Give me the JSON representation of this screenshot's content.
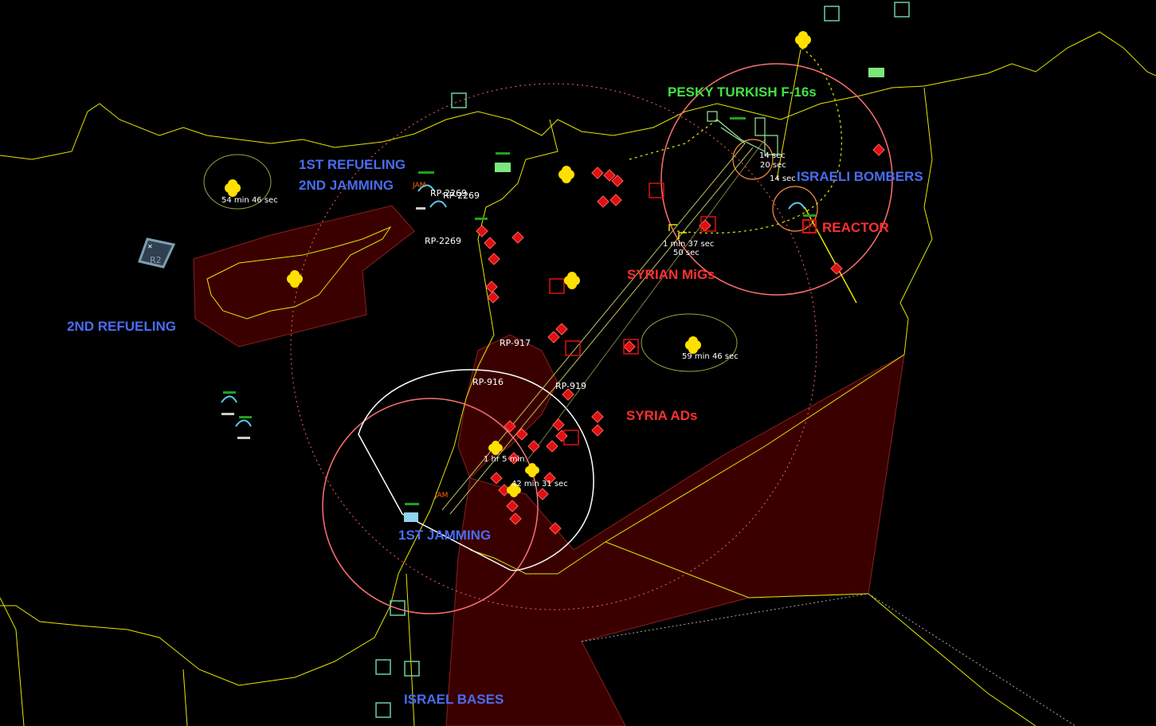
{
  "labels": {
    "refuel1": "1ST REFUELING",
    "jam2": "2ND JAMMING",
    "refuel2": "2ND REFUELING",
    "jam1": "1ST JAMMING",
    "israel_bases": "ISRAEL BASES",
    "turkish": "PESKY TURKISH F-16s",
    "bombers": "ISRAELI BOMBERS",
    "reactor": "REACTOR",
    "migs": "SYRIAN MiGs",
    "ads": "SYRIA ADs"
  },
  "times": {
    "t1": "54 min 46 sec",
    "t2": "59 min 46 sec",
    "t3": "1 min 37 sec",
    "t4": "50 sec",
    "t5": "14 sec",
    "t6": "20 sec",
    "t7": "14 sec",
    "t8": "1 hr 5 min",
    "t9": "42 min 31 sec"
  },
  "ref_points": {
    "rp2269a": "RP-2269",
    "rp2269b": "RP-2269",
    "rp2269c": "RP-2269",
    "rp917": "RP-917",
    "rp916": "RP-916",
    "rp919": "RP-919",
    "r2": "R2",
    "jam": "JAM"
  },
  "colors": {
    "coast": "#e6e600",
    "label_blue": "#4a6cf0",
    "label_red": "#ff3030",
    "label_green": "#44e044",
    "zone_fill": "#3a0000",
    "range_ring": "#ff7070",
    "unit_hostile": "#e01010",
    "unit_neutral": "#ffe000",
    "unit_friendly": "#5ac8e8"
  }
}
